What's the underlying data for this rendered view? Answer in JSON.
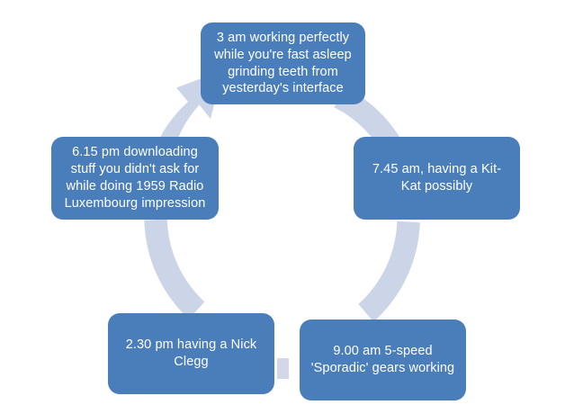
{
  "diagram": {
    "type": "cycle",
    "title_present": false,
    "background_color": "#ffffff",
    "node_fill_color": "#4a7ebb",
    "node_text_color": "#ffffff",
    "ring_color": "#ccd4e8",
    "connector_color": "#d2d8e8",
    "arrow_direction": "clockwise",
    "node_count": 5,
    "nodes": [
      {
        "id": "top",
        "position": "top",
        "text": "3 am working perfectly while you're fast asleep grinding teeth from yesterday's interface"
      },
      {
        "id": "right",
        "position": "right",
        "text": "7.45 am, having a Kit-Kat possibly"
      },
      {
        "id": "bottom-right",
        "position": "bottom-right",
        "text": "9.00 am 5-speed 'Sporadic' gears working"
      },
      {
        "id": "bottom-left",
        "position": "bottom-left",
        "text": "2.30 pm having a Nick Clegg"
      },
      {
        "id": "left",
        "position": "left",
        "text": "6.15 pm downloading stuff you didn't ask for while doing 1959 Radio Luxembourg impression"
      }
    ]
  }
}
